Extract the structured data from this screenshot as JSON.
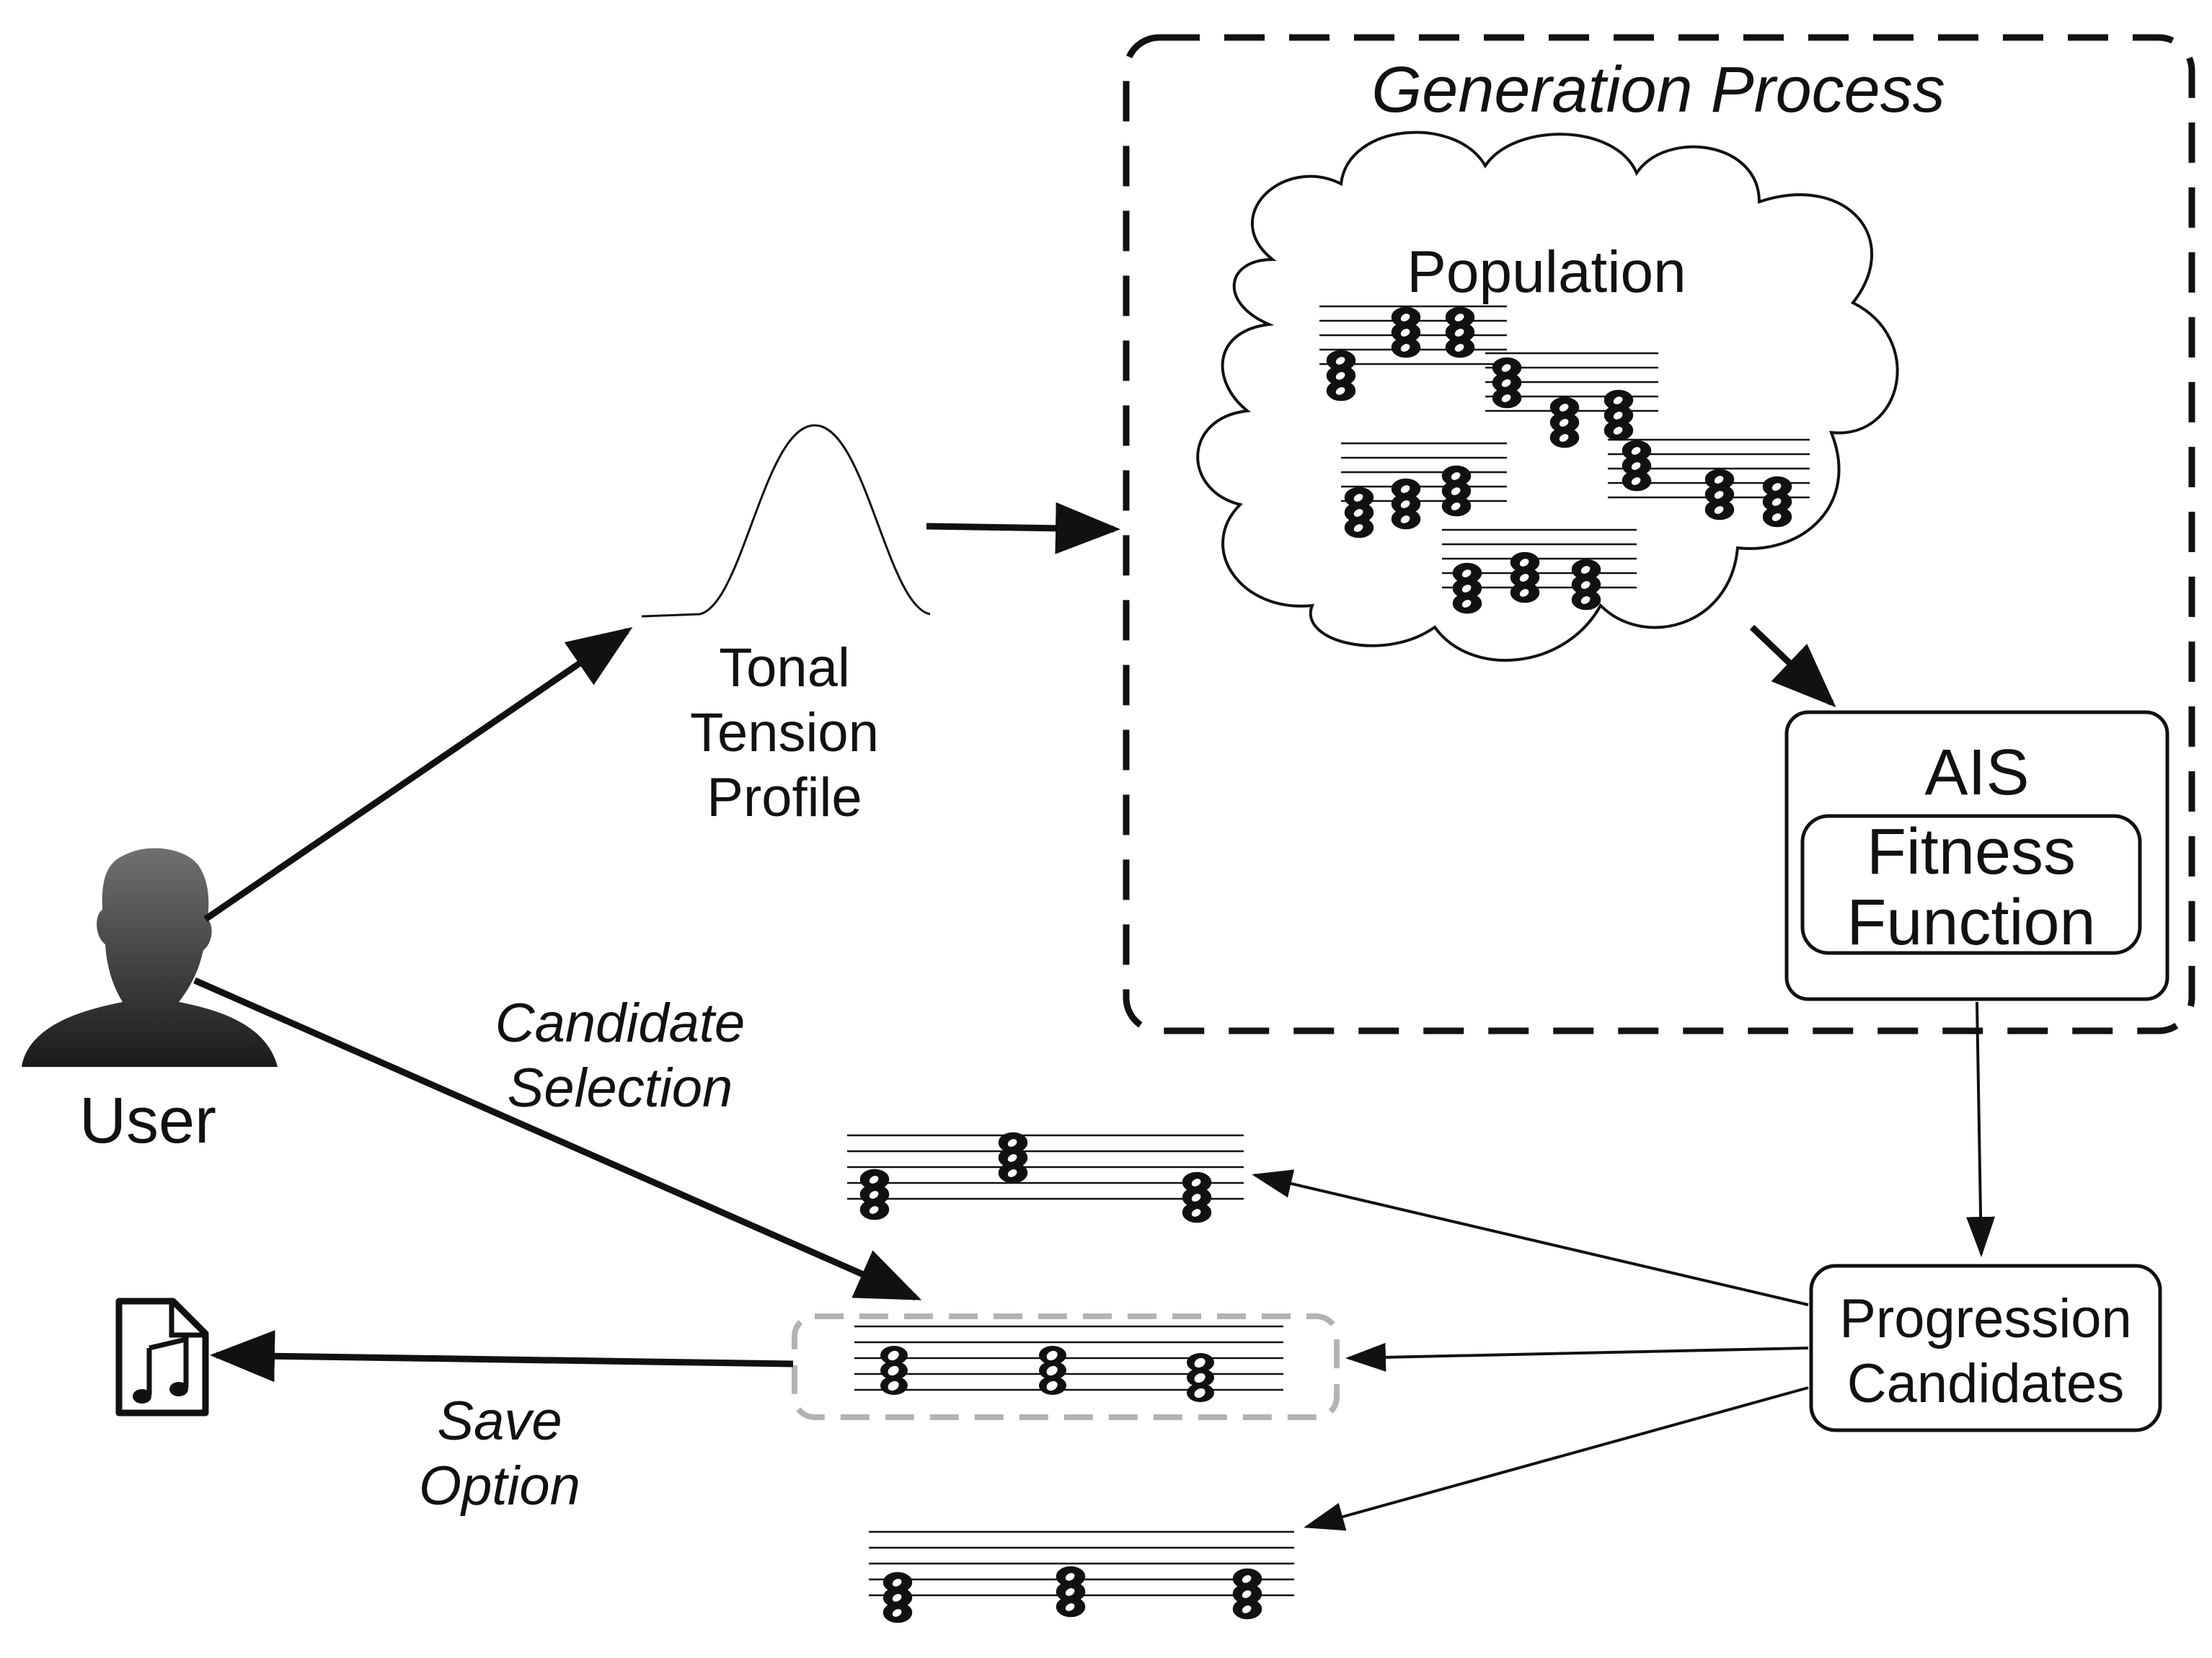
{
  "labels": {
    "generation_process": "Generation Process",
    "population": "Population",
    "tension_line1": "Tonal",
    "tension_line2": "Tension",
    "tension_line3": "Profile",
    "ais": "AIS",
    "fitness_line1": "Fitness",
    "fitness_line2": "Function",
    "user": "User",
    "selection_line1": "Candidate",
    "selection_line2": "Selection",
    "save_line1": "Save",
    "save_line2": "Option",
    "candidates_line1": "Progression",
    "candidates_line2": "Candidates"
  },
  "icons": {
    "user": "user-silhouette-icon",
    "music_file": "music-file-icon",
    "tension_curve": "bell-curve-icon"
  },
  "colors": {
    "stroke": "#111111",
    "selection_dash": "#b3b3b3",
    "user_gradient_top": "#707070",
    "user_gradient_bottom": "#1a1a1a"
  }
}
